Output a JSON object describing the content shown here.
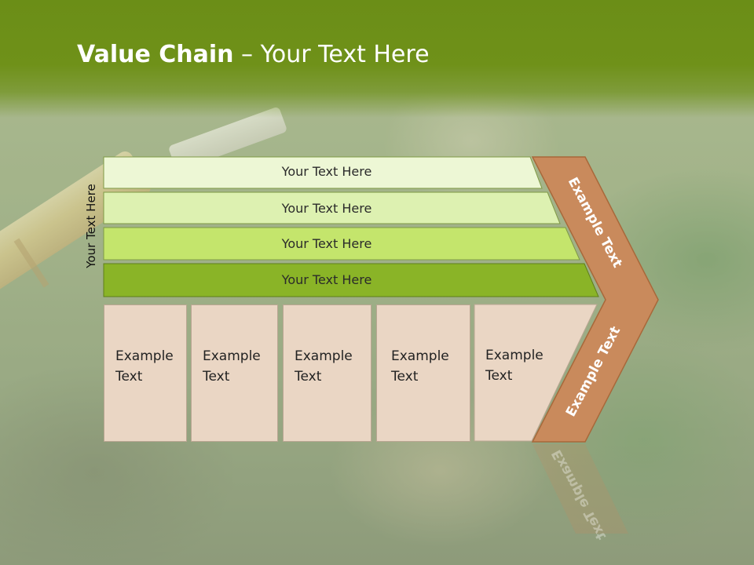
{
  "header": {
    "title_bold": "Value Chain",
    "title_rest": " – Your Text Here"
  },
  "side_label": "Your Text Here",
  "bars": [
    {
      "label": "Your Text Here",
      "color": "#edf7d5"
    },
    {
      "label": "Your Text Here",
      "color": "#ddf1b1"
    },
    {
      "label": "Your Text Here",
      "color": "#c4e56c"
    },
    {
      "label": "Your Text Here",
      "color": "#8ab427"
    }
  ],
  "chevron": {
    "upper_text": "Example Text",
    "lower_text": "Example Text",
    "color": "#c98a5c"
  },
  "columns": [
    {
      "line1": "Example",
      "line2": "Text"
    },
    {
      "line1": "Example",
      "line2": "Text"
    },
    {
      "line1": "Example",
      "line2": "Text"
    },
    {
      "line1": "Example",
      "line2": "Text"
    },
    {
      "line1": "Example",
      "line2": "Text"
    }
  ],
  "column_color": "#ead6c4"
}
